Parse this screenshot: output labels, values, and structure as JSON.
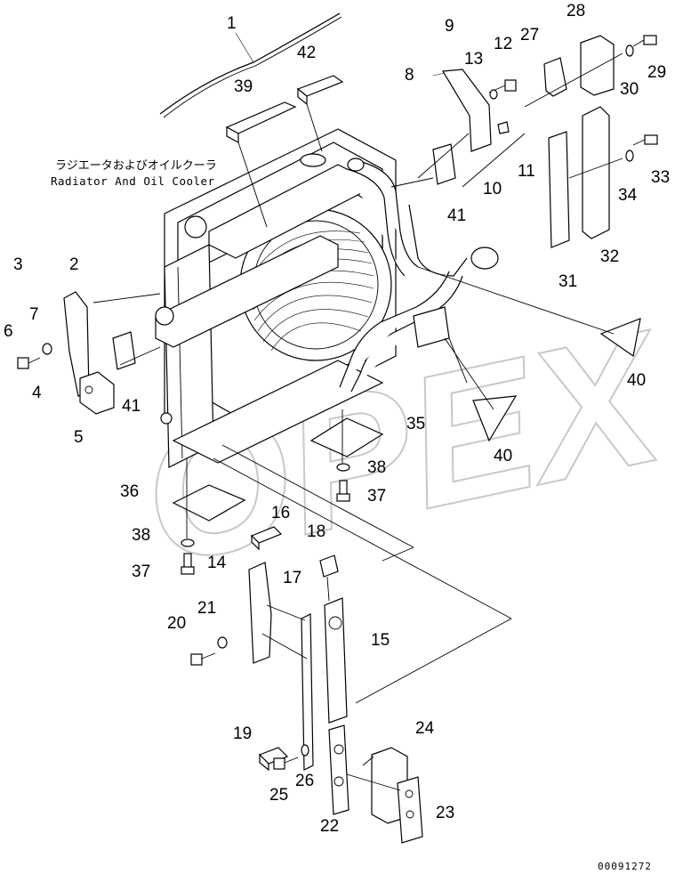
{
  "title": {
    "japanese": "ラジエータおよびオイルクーラ",
    "english": "Radiator And Oil Cooler"
  },
  "watermark": "OPEX",
  "document_number": "00091272",
  "callouts": {
    "c1": "1",
    "c2": "2",
    "c3": "3",
    "c4": "4",
    "c5": "5",
    "c6": "6",
    "c7": "7",
    "c8": "8",
    "c9": "9",
    "c10": "10",
    "c11": "11",
    "c12": "12",
    "c13": "13",
    "c14": "14",
    "c15": "15",
    "c16": "16",
    "c17": "17",
    "c18": "18",
    "c19": "19",
    "c20": "20",
    "c21": "21",
    "c22": "22",
    "c23": "23",
    "c24": "24",
    "c25": "25",
    "c26": "26",
    "c27": "27",
    "c28": "28",
    "c29": "29",
    "c30": "30",
    "c31": "31",
    "c32": "32",
    "c33": "33",
    "c34": "34",
    "c35": "35",
    "c36a": "36",
    "c37a": "37",
    "c37b": "37",
    "c38a": "38",
    "c38b": "38",
    "c39": "39",
    "c40a": "40",
    "c40b": "40",
    "c41a": "41",
    "c41b": "41",
    "c42": "42"
  }
}
